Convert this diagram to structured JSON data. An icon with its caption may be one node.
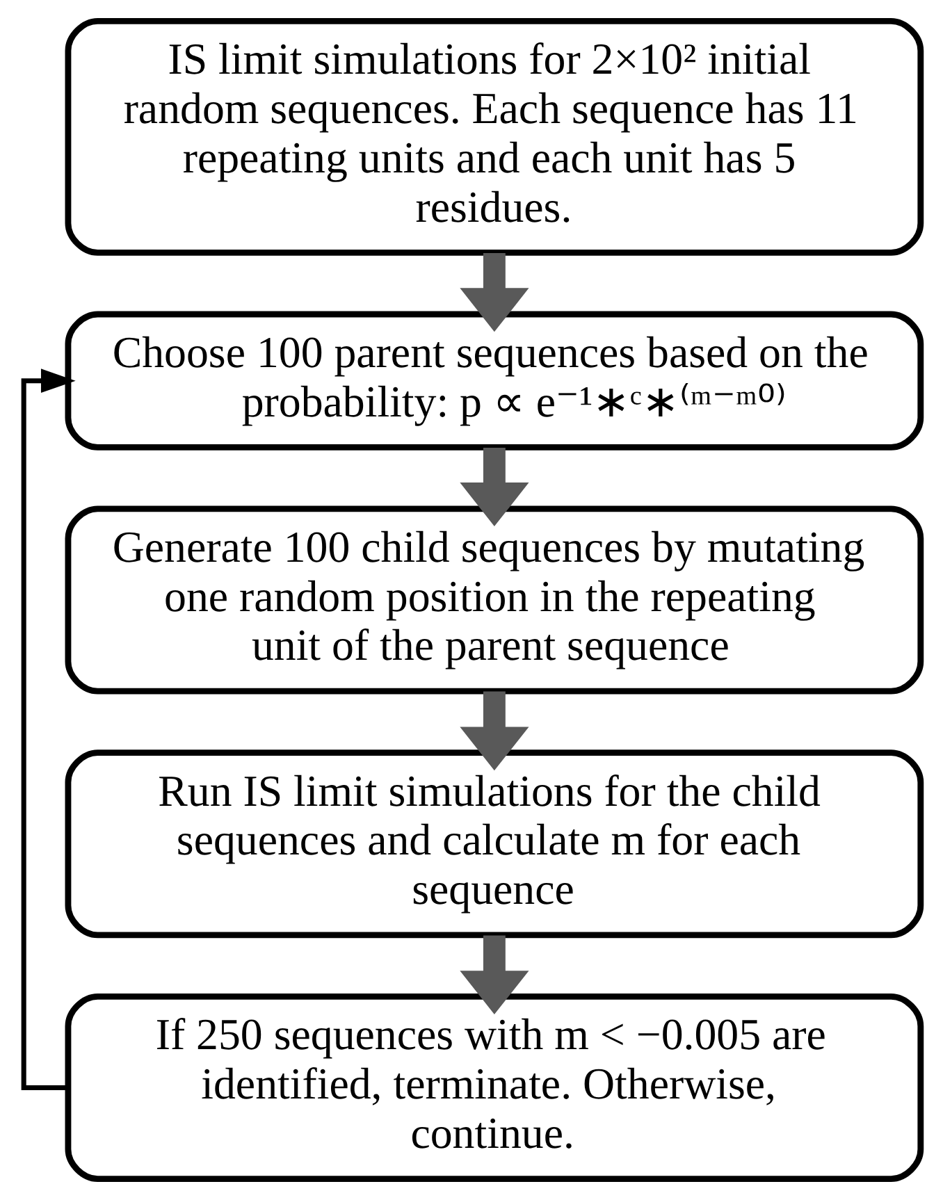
{
  "diagram": {
    "nodes": [
      {
        "text": [
          "IS limit simulations for 2×10² initial random sequences. Each sequence has 11 repeating units and each unit has 5 residues."
        ]
      },
      {
        "text": [
          "Choose 100 parent sequences based on the probability: p ∝ e⁻¹∗ᶜ∗⁽ᵐ⁻ᵐ⁰⁾"
        ]
      },
      {
        "text": [
          "Generate 100 child sequences by mutating one random position in the repeating unit of the parent sequence"
        ]
      },
      {
        "text": [
          "Run IS limit simulations for the child sequences and calculate m for each sequence"
        ]
      },
      {
        "text": [
          "If 250 sequences with m < −0.005 are identified, terminate. Otherwise, continue."
        ]
      }
    ],
    "edges": [
      {
        "from": 0,
        "to": 1,
        "arrow": "to"
      },
      {
        "from": 1,
        "to": 2,
        "arrow": "to"
      },
      {
        "from": 2,
        "to": 3,
        "arrow": "to"
      },
      {
        "from": 3,
        "to": 4,
        "arrow": "to"
      },
      {
        "from": 4,
        "to": 1,
        "arrow": "to",
        "color": "#000000"
      }
    ]
  }
}
